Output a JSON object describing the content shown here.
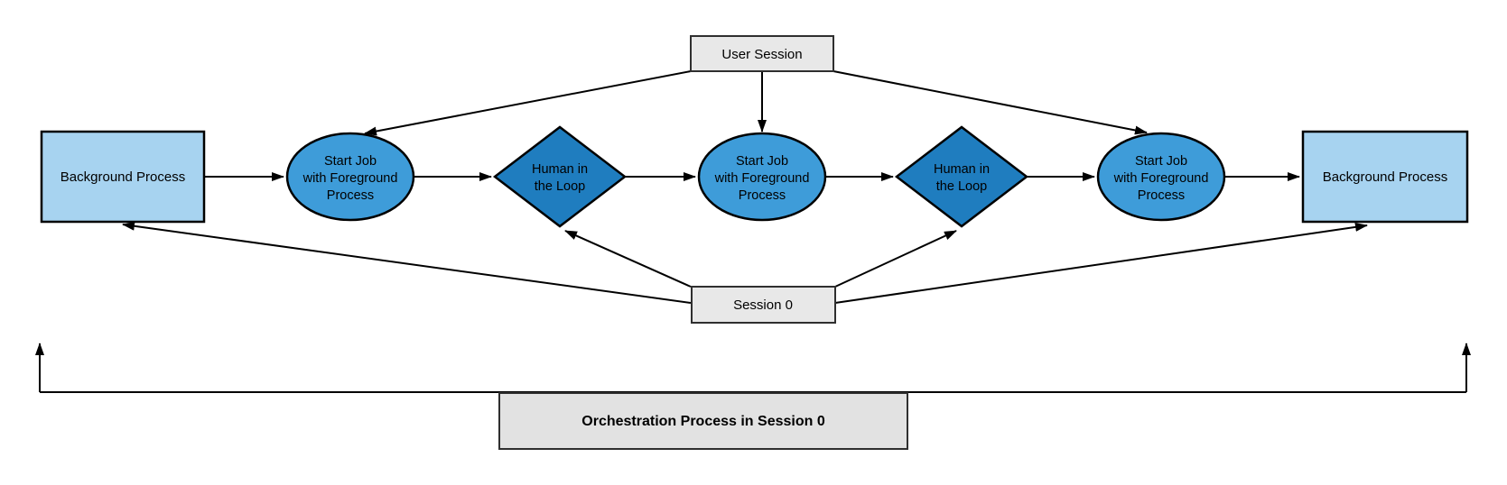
{
  "colors": {
    "background": "#ffffff",
    "session_box_gray": "#e8e8e8",
    "orchestration_gray": "#e2e2e2",
    "rect_light_blue": "#a7d3f0",
    "ellipse_blue": "#3e9cd9",
    "diamond_blue": "#1f7dbf",
    "line_black": "#000000"
  },
  "nodes": {
    "user_session": {
      "label": "User Session",
      "shape": "rectangle"
    },
    "session_0": {
      "label": "Session 0",
      "shape": "rectangle"
    },
    "background_process_left": {
      "label": "Background Process",
      "shape": "rectangle"
    },
    "background_process_right": {
      "label": "Background Process",
      "shape": "rectangle"
    },
    "start_job": {
      "line1": "Start Job",
      "line2": "with Foreground",
      "line3": "Process",
      "shape": "ellipse"
    },
    "human_in_loop": {
      "line1": "Human in",
      "line2": "the Loop",
      "shape": "diamond"
    },
    "orchestration": {
      "label": "Orchestration Process in Session 0",
      "shape": "rectangle"
    }
  },
  "edges": [
    {
      "from": "User Session",
      "to": "Start Job with Foreground Process (left)"
    },
    {
      "from": "User Session",
      "to": "Start Job with Foreground Process (center)"
    },
    {
      "from": "User Session",
      "to": "Start Job with Foreground Process (right)"
    },
    {
      "from": "Background Process (left)",
      "to": "Start Job with Foreground Process (left)"
    },
    {
      "from": "Start Job with Foreground Process (left)",
      "to": "Human in the Loop (left)"
    },
    {
      "from": "Human in the Loop (left)",
      "to": "Start Job with Foreground Process (center)"
    },
    {
      "from": "Start Job with Foreground Process (center)",
      "to": "Human in the Loop (right)"
    },
    {
      "from": "Human in the Loop (right)",
      "to": "Start Job with Foreground Process (right)"
    },
    {
      "from": "Start Job with Foreground Process (right)",
      "to": "Background Process (right)"
    },
    {
      "from": "Session 0",
      "to": "Background Process (left)"
    },
    {
      "from": "Session 0",
      "to": "Human in the Loop (left)"
    },
    {
      "from": "Session 0",
      "to": "Human in the Loop (right)"
    },
    {
      "from": "Session 0",
      "to": "Background Process (right)"
    },
    {
      "from": "Orchestration Process in Session 0",
      "to": "upward arrow (left end)"
    },
    {
      "from": "Orchestration Process in Session 0",
      "to": "upward arrow (right end)"
    }
  ]
}
